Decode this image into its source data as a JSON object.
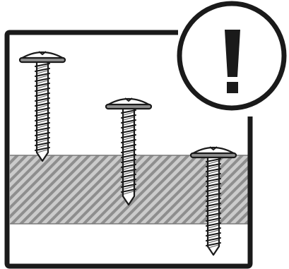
{
  "figure": {
    "icon": "screw-depth-warning-icon",
    "screws": [
      {
        "state": "too-short"
      },
      {
        "state": "correct"
      },
      {
        "state": "too-long"
      }
    ],
    "warning": {
      "icon": "exclamation-icon",
      "symbol": "!"
    },
    "colors": {
      "outline": "#1a1a1a",
      "material": "#c9c9c9",
      "hatch": "#8c8c8c",
      "screw_head": "#8f8f8f",
      "screw_shank": "#ffffff",
      "background": "#ffffff"
    }
  }
}
